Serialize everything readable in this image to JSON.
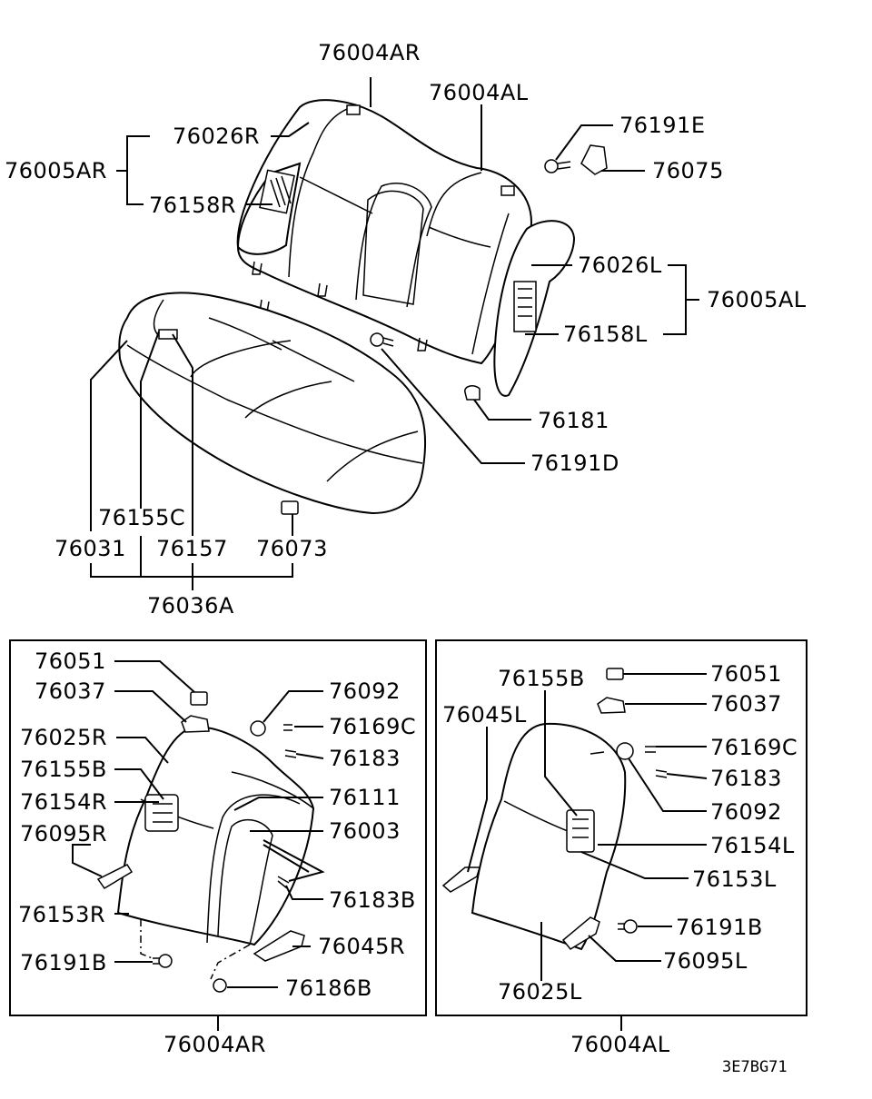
{
  "labels": {
    "top": {
      "a76004AR": "76004AR",
      "a76004AL": "76004AL",
      "a76026R": "76026R",
      "a76005AR": "76005AR",
      "a76158R": "76158R",
      "a76191E": "76191E",
      "a76075": "76075",
      "a76026L": "76026L",
      "a76005AL": "76005AL",
      "a76158L": "76158L",
      "a76181": "76181",
      "a76191D": "76191D",
      "a76155C": "76155C",
      "a76031": "76031",
      "a76157": "76157",
      "a76073": "76073",
      "a76036A": "76036A"
    },
    "left_box": {
      "b76051": "76051",
      "b76037": "76037",
      "b76092": "76092",
      "b76169C": "76169C",
      "b76025R": "76025R",
      "b76183": "76183",
      "b76155B": "76155B",
      "b76111": "76111",
      "b76154R": "76154R",
      "b76003": "76003",
      "b76095R": "76095R",
      "b76183B": "76183B",
      "b76153R": "76153R",
      "b76045R": "76045R",
      "b76191B": "76191B",
      "b76186B": "76186B",
      "caption": "76004AR"
    },
    "right_box": {
      "c76155B": "76155B",
      "c76051": "76051",
      "c76045L": "76045L",
      "c76037": "76037",
      "c76169C": "76169C",
      "c76183": "76183",
      "c76092": "76092",
      "c76154L": "76154L",
      "c76153L": "76153L",
      "c76191B": "76191B",
      "c76095L": "76095L",
      "c76025L": "76025L",
      "caption": "76004AL"
    },
    "code": "3E7BG71"
  }
}
